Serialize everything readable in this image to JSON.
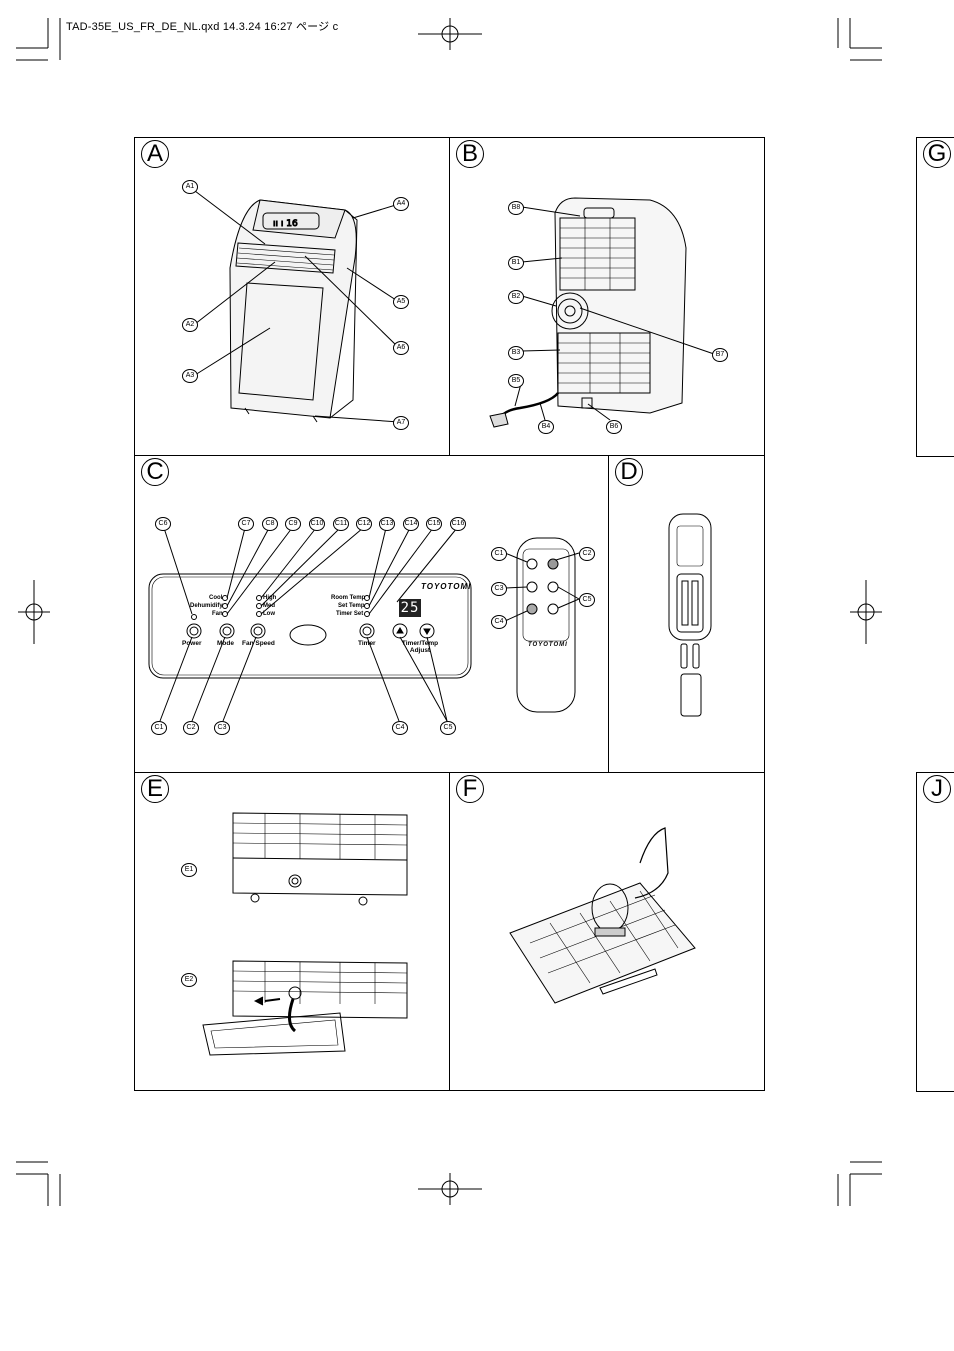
{
  "header": {
    "file_line": "TAD-35E_US_FR_DE_NL.qxd  14.3.24 16:27  ページ c"
  },
  "panels": {
    "a": {
      "letter": "A",
      "callouts": [
        "A1",
        "A2",
        "A3",
        "A4",
        "A5",
        "A6",
        "A7"
      ]
    },
    "b": {
      "letter": "B",
      "callouts": [
        "B8",
        "B1",
        "B2",
        "B3",
        "B5",
        "B4",
        "B6",
        "B7"
      ]
    },
    "c": {
      "letter": "C",
      "callouts_top": [
        "C6",
        "C7",
        "C8",
        "C9",
        "C10",
        "C11",
        "C12",
        "C13",
        "C14",
        "C15",
        "C16"
      ],
      "callouts_bottom": [
        "C1",
        "C2",
        "C3",
        "C4",
        "C5"
      ],
      "remote_callouts": [
        "C1",
        "C2",
        "C3",
        "C4",
        "C5"
      ],
      "mode_labels": [
        "Cool",
        "Dehumidify",
        "Fan"
      ],
      "fan_labels": [
        "High",
        "Med",
        "Low"
      ],
      "temp_labels": [
        "Room Temp",
        "Set Temp",
        "Timer Set"
      ],
      "buttons": [
        "Power",
        "Mode",
        "Fan Speed",
        "Timer",
        "Timer/Temp Adjust"
      ],
      "display_value": "25",
      "brand": "TOYOTOMI",
      "remote_brand": "TOYOTOMI"
    },
    "d": {
      "letter": "D"
    },
    "e": {
      "letter": "E",
      "callouts": [
        "E1",
        "E2"
      ]
    },
    "f": {
      "letter": "F"
    },
    "g": {
      "letter": "G"
    },
    "j": {
      "letter": "J"
    }
  }
}
